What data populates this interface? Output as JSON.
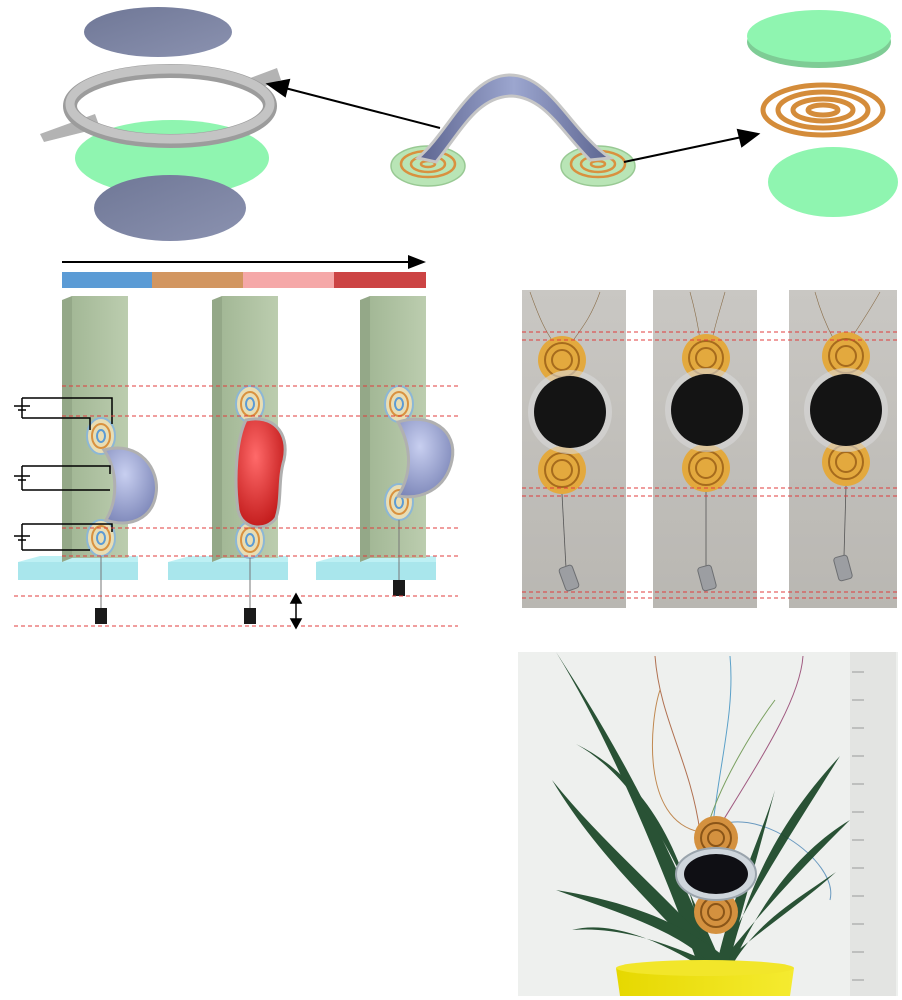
{
  "panels": {
    "exploded_layers": {
      "layers": [
        "top-membrane",
        "ring-frame",
        "green-electrode",
        "bottom-membrane"
      ]
    },
    "device_3d": {
      "electrode_count": 2
    },
    "heater_stack": {
      "layers": [
        "green-film-top",
        "spiral-heater",
        "green-film-bottom"
      ]
    },
    "timeline": {
      "stage_colors": [
        "#5b9bd5",
        "#d29660",
        "#f5a8a8",
        "#cc4444"
      ]
    },
    "schematic_stages": [
      {
        "state": "relaxed",
        "bubble_color": "#8f9bc8"
      },
      {
        "state": "heated",
        "bubble_color": "#d92c2c"
      },
      {
        "state": "contracted",
        "bubble_color": "#8f9bc8"
      }
    ],
    "photo_frames": {
      "count": 3
    },
    "plant_photo": {
      "subject": "plant-mounted-actuator"
    }
  },
  "colors": {
    "membrane": "#7f86a6",
    "green_film": "#8ff5b0",
    "copper": "#d9913f",
    "panel_board": "#b5c7a8",
    "base": "#a9e6ec",
    "guide_line": "#e03c3c"
  }
}
